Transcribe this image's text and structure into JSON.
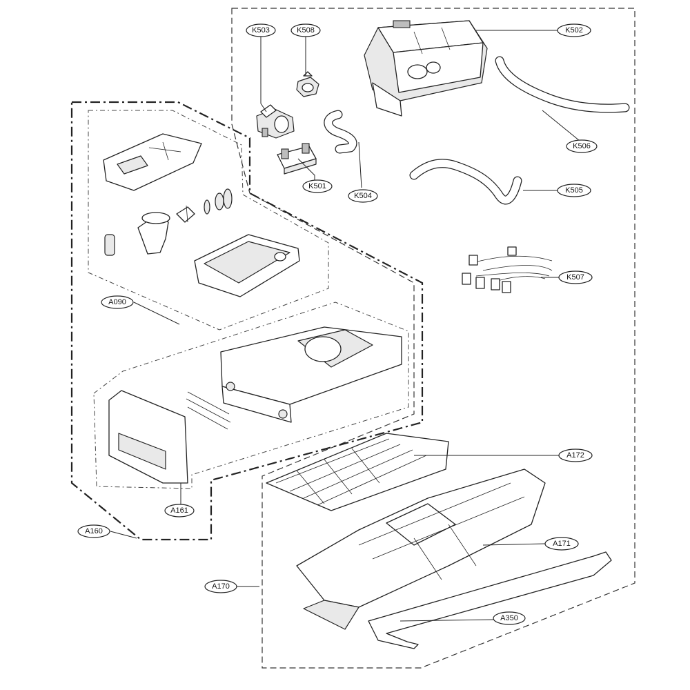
{
  "labels": {
    "k503": "K503",
    "k508": "K508",
    "k502": "K502",
    "k506": "K506",
    "k501": "K501",
    "k504": "K504",
    "k505": "K505",
    "k507": "K507",
    "a090": "A090",
    "a172": "A172",
    "a171": "A171",
    "a161": "A161",
    "a160": "A160",
    "a170": "A170",
    "a350": "A350"
  }
}
